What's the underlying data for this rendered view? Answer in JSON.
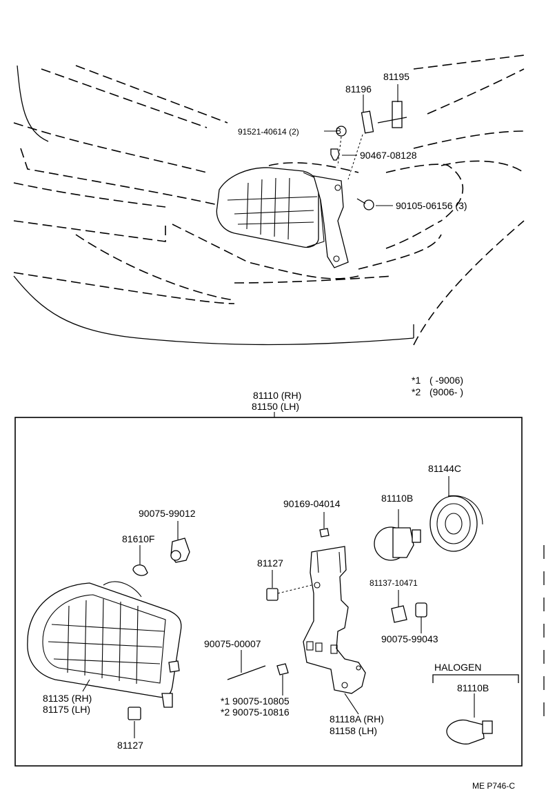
{
  "top": {
    "parts": {
      "p81195": "81195",
      "p81196": "81196",
      "p91521": "91521-40614 (2)",
      "p90467": "90467-08128",
      "p90105": "90105-06156 (3)"
    },
    "bolt_mark": "B"
  },
  "assembly": {
    "title_rh": "81110 (RH)",
    "title_lh": "81150 (LH)"
  },
  "legend": {
    "row1_mark": "*1",
    "row1_text": "(         -9006)",
    "row2_mark": "*2",
    "row2_text": "(9006-         )"
  },
  "parts": {
    "p90075_99012": "90075-99012",
    "p81610F": "81610F",
    "p90169": "90169-04014",
    "p81110B": "81110B",
    "p81144C": "81144C",
    "p81127_mid": "81127",
    "p81137": "81137-10471",
    "p90075_99043": "90075-99043",
    "p90075_00007": "90075-00007",
    "p90075_10805": "*1  90075-10805",
    "p90075_10816": "*2  90075-10816",
    "p81135": "81135 (RH)",
    "p81175": "81175 (LH)",
    "p81127_bot": "81127",
    "p81118A": "81118A (RH)",
    "p81158": "81158   (LH)",
    "halogen": "HALOGEN",
    "p81110B_hal": "81110B"
  },
  "footer_code": "ME P746-C"
}
